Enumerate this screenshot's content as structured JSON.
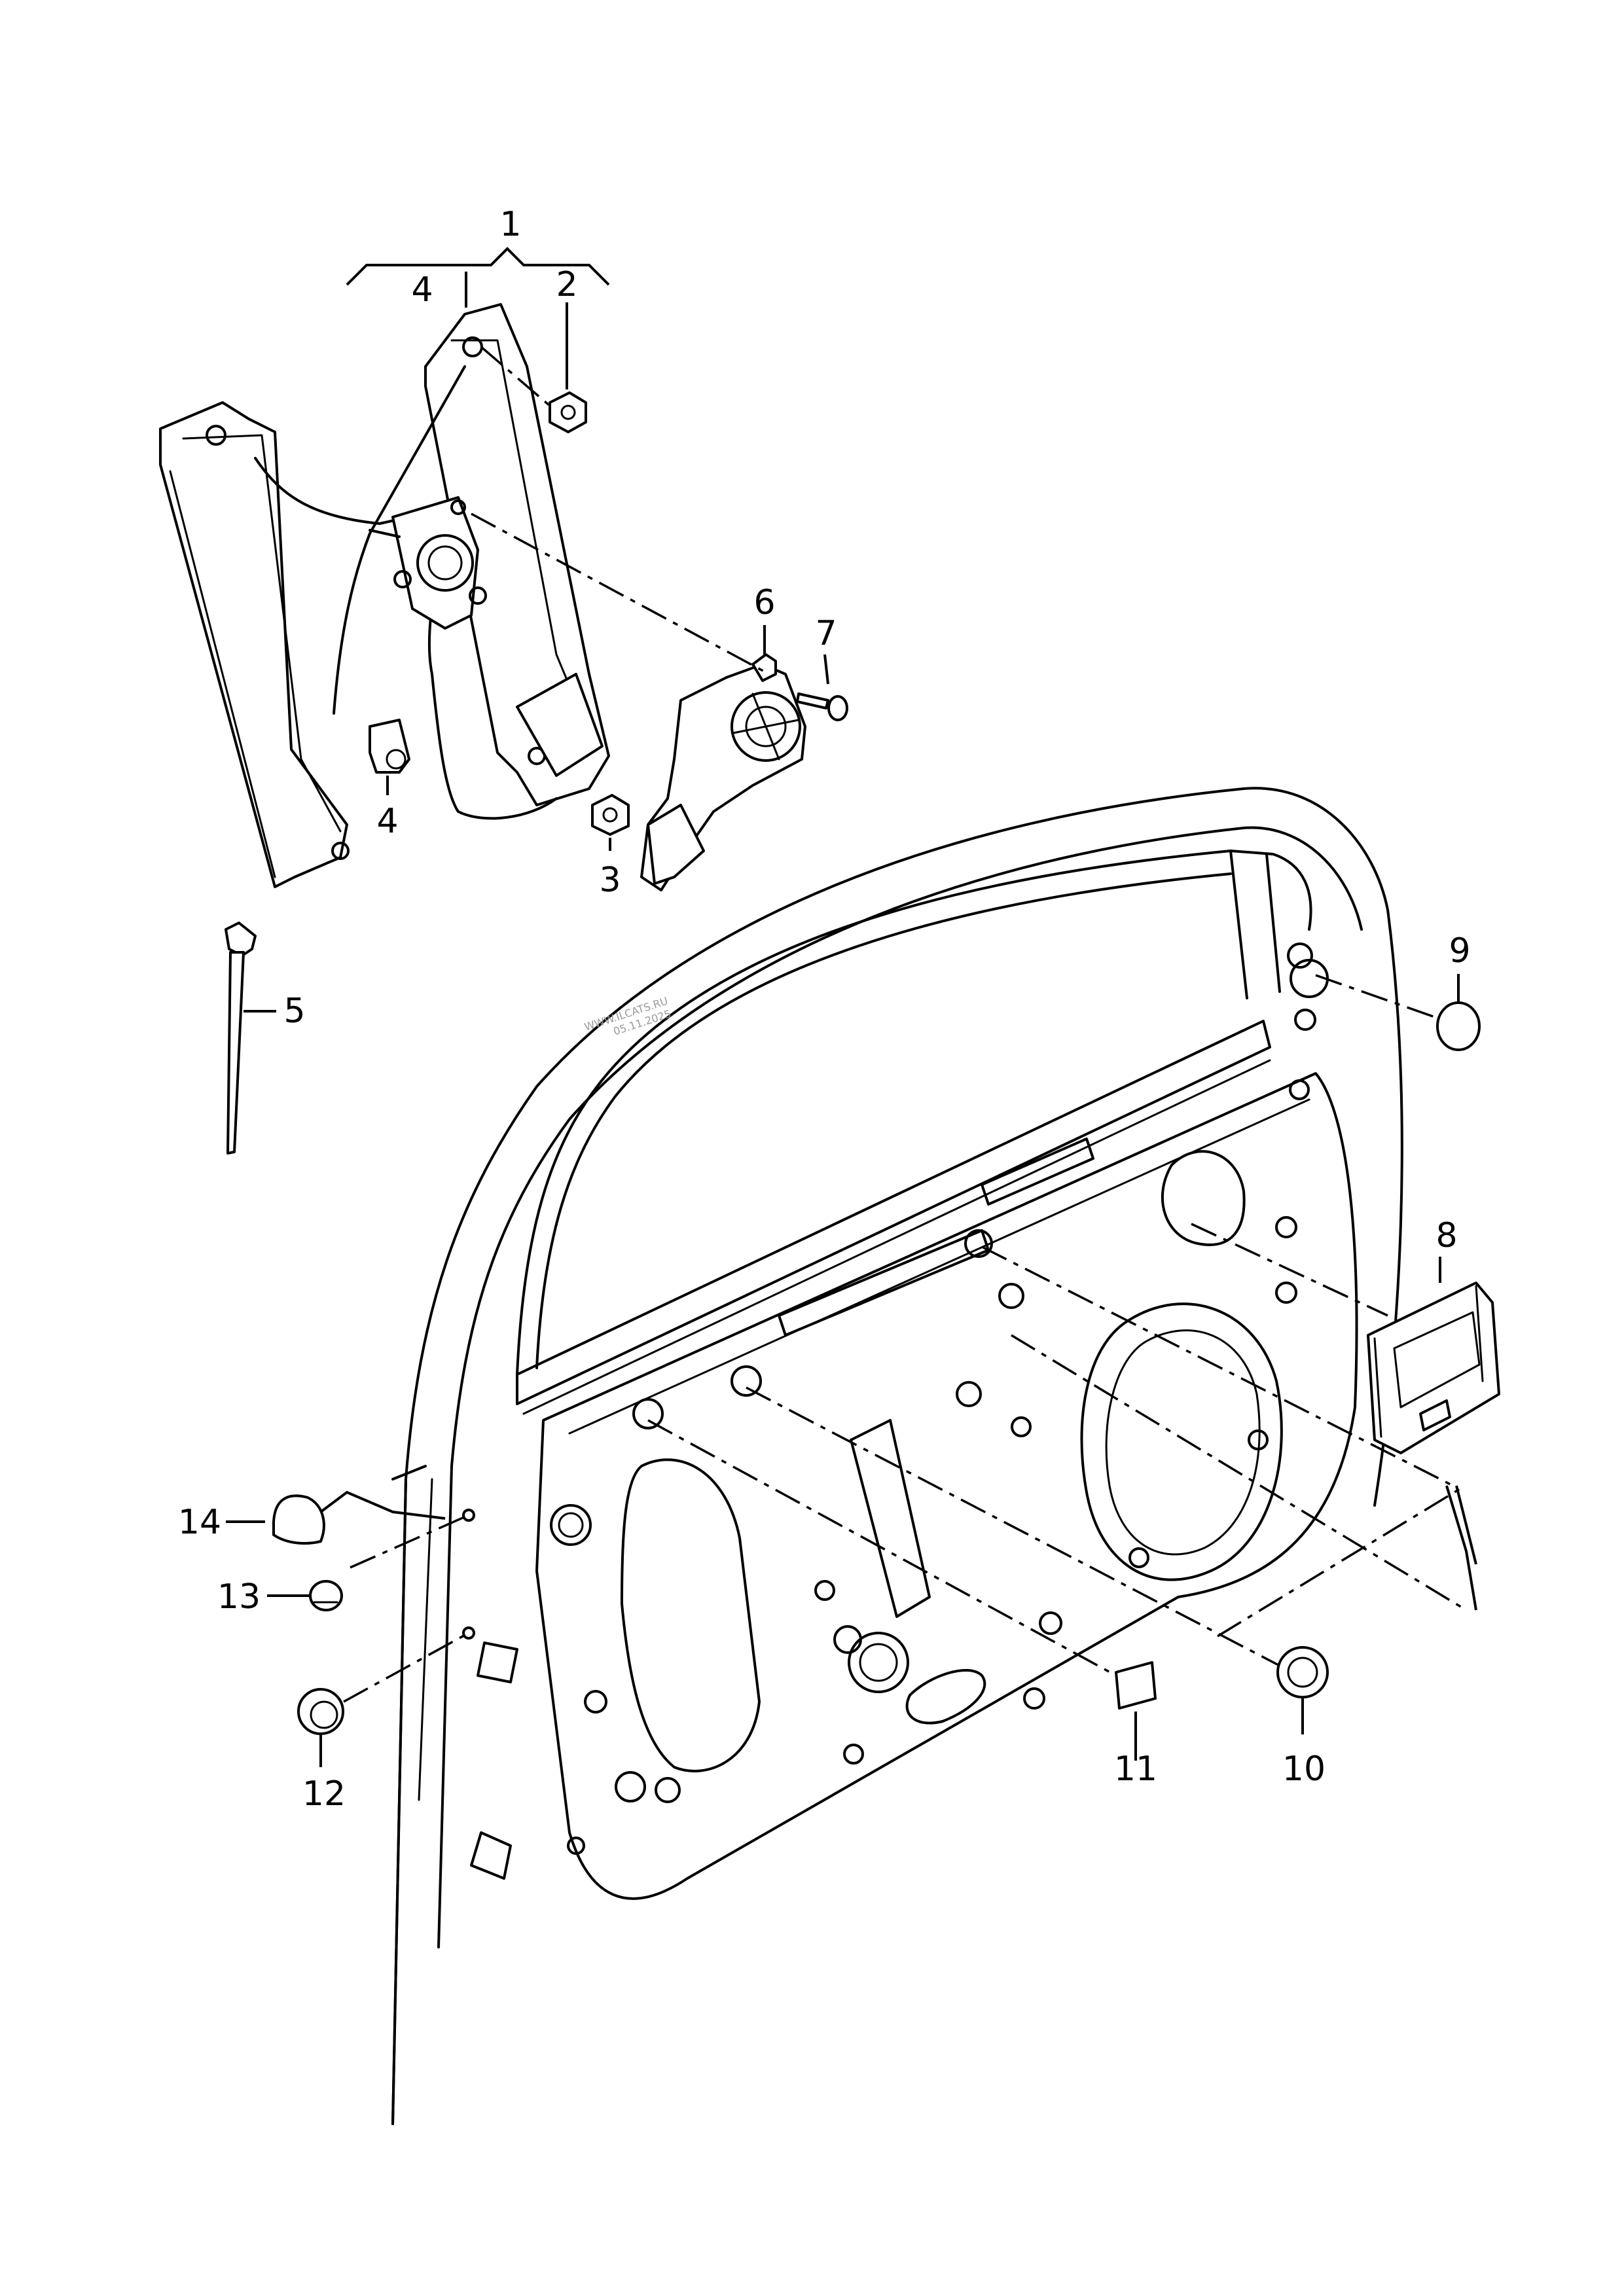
{
  "diagram": {
    "callouts": [
      {
        "id": "1",
        "label": "1"
      },
      {
        "id": "2",
        "label": "2"
      },
      {
        "id": "3",
        "label": "3"
      },
      {
        "id": "4a",
        "label": "4"
      },
      {
        "id": "4b",
        "label": "4"
      },
      {
        "id": "5",
        "label": "5"
      },
      {
        "id": "6",
        "label": "6"
      },
      {
        "id": "7",
        "label": "7"
      },
      {
        "id": "8",
        "label": "8"
      },
      {
        "id": "9",
        "label": "9"
      },
      {
        "id": "10",
        "label": "10"
      },
      {
        "id": "11",
        "label": "11"
      },
      {
        "id": "12",
        "label": "12"
      },
      {
        "id": "13",
        "label": "13"
      },
      {
        "id": "14",
        "label": "14"
      }
    ],
    "watermark": {
      "line1": "WWW.ILCATS.RU",
      "line2": "05.11.2025"
    }
  }
}
